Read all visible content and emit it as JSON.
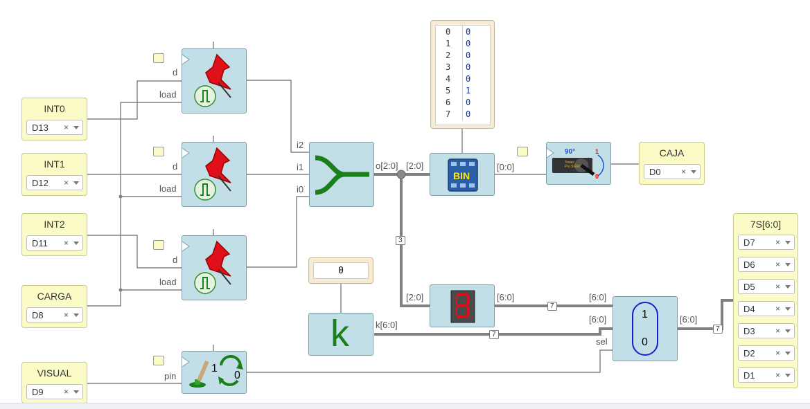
{
  "inputs": {
    "int0": {
      "title": "INT0",
      "pin": "D13",
      "clear": "×"
    },
    "int1": {
      "title": "INT1",
      "pin": "D12",
      "clear": "×"
    },
    "int2": {
      "title": "INT2",
      "pin": "D11",
      "clear": "×"
    },
    "carga": {
      "title": "CARGA",
      "pin": "D8",
      "clear": "×"
    },
    "visual": {
      "title": "VISUAL",
      "pin": "D9",
      "clear": "×"
    }
  },
  "registers": {
    "port_d": "d",
    "port_load": "load"
  },
  "pulse": {
    "port_pin": "pin",
    "value_1": "1",
    "value_0": "0"
  },
  "joiner": {
    "in_i2": "i2",
    "in_i1": "i1",
    "in_i0": "i0",
    "out": "o[2:0]"
  },
  "bin_block": {
    "in": "[2:0]",
    "out": "[0:0]",
    "label": "BIN"
  },
  "memory": {
    "rows": [
      {
        "addr": "0",
        "val": "0"
      },
      {
        "addr": "1",
        "val": "0"
      },
      {
        "addr": "2",
        "val": "0"
      },
      {
        "addr": "3",
        "val": "0"
      },
      {
        "addr": "4",
        "val": "0"
      },
      {
        "addr": "5",
        "val": "1"
      },
      {
        "addr": "6",
        "val": "0"
      },
      {
        "addr": "7",
        "val": "0"
      }
    ]
  },
  "servo": {
    "angle": "90°",
    "one": "1",
    "zero": "0",
    "brand": "Tower Pro SG90"
  },
  "caja": {
    "title": "CAJA",
    "pin": "D0",
    "clear": "×"
  },
  "seg_decoder": {
    "in": "[2:0]",
    "out": "[6:0]"
  },
  "constant": {
    "display": "0",
    "symbol": "k",
    "out": "k[6:0]"
  },
  "mux": {
    "in1": "[6:0]",
    "in0": "[6:0]",
    "sel": "sel",
    "out": "[6:0]",
    "label1": "1",
    "label0": "0"
  },
  "bus_badges": {
    "b3": "3",
    "b7a": "7",
    "b7b": "7",
    "b7c": "7"
  },
  "seven_seg_out": {
    "title": "7S[6:0]",
    "pins": [
      "D7",
      "D6",
      "D5",
      "D4",
      "D3",
      "D2",
      "D1"
    ],
    "clear": "×"
  },
  "colors": {
    "block": "#c2dfe8",
    "io": "#fbfbc8",
    "wire": "#777777",
    "pin_red": "#e0101a",
    "green": "#1b7f1b"
  }
}
